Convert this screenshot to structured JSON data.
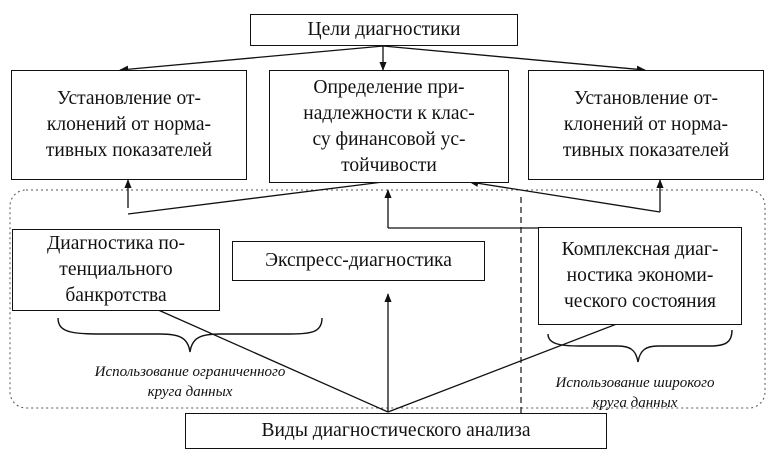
{
  "goals_title": "Цели диагностики",
  "goals": [
    "Установление от-\nклонений от норма-\nтивных показателей",
    "Определение при-\nнадлежности к клас-\nсу финансовой ус-\nтойчивости",
    "Установление от-\nклонений от норма-\nтивных показателей"
  ],
  "types": [
    "Диагностика по-\nтенциального\nбанкротства",
    "Экспресс-диагностика",
    "Комплексная диаг-\nностика экономи-\nческого состояния"
  ],
  "notes": {
    "limited": "Использование ограниченного\nкруга данных",
    "wide": "Использование широкого\nкруга данных"
  },
  "analysis_types_title": "Виды диагностического анализа"
}
